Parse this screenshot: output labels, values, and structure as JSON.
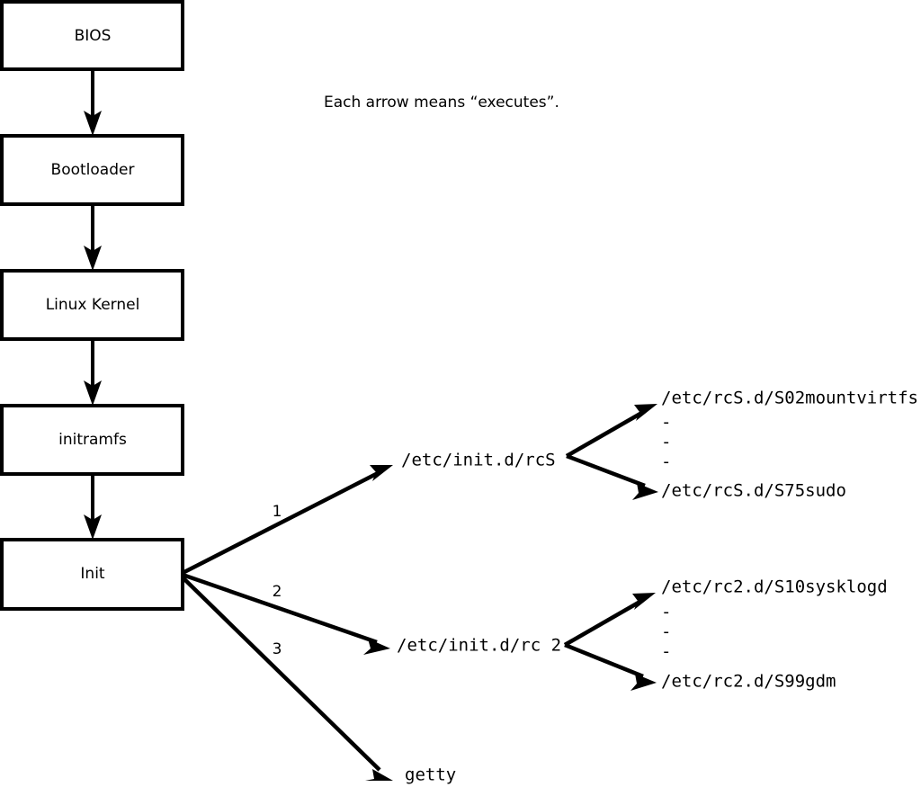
{
  "diagram": {
    "title": "Linux boot process flowchart",
    "caption": "Each arrow means “executes”.",
    "colors": {
      "stroke": "#000000",
      "fill": "#ffffff",
      "background": "#ffffff"
    },
    "boot_chain": [
      {
        "id": "bios",
        "label": "BIOS"
      },
      {
        "id": "bootloader",
        "label": "Bootloader"
      },
      {
        "id": "kernel",
        "label": "Linux Kernel"
      },
      {
        "id": "initramfs",
        "label": "initramfs"
      },
      {
        "id": "init",
        "label": "Init"
      }
    ],
    "branches": [
      {
        "id": "branch-1",
        "number": "1",
        "target": "/etc/init.d/rcS",
        "children": {
          "first": "/etc/rcS.d/S02mountvirtfs",
          "last": "/etc/rcS.d/S75sudo",
          "ellipsis": [
            "-",
            "-",
            "-"
          ]
        }
      },
      {
        "id": "branch-2",
        "number": "2",
        "target": "/etc/init.d/rc 2",
        "children": {
          "first": "/etc/rc2.d/S10sysklogd",
          "last": "/etc/rc2.d/S99gdm",
          "ellipsis": [
            "-",
            "-",
            "-"
          ]
        }
      },
      {
        "id": "branch-3",
        "number": "3",
        "target": "getty",
        "children": null
      }
    ]
  }
}
